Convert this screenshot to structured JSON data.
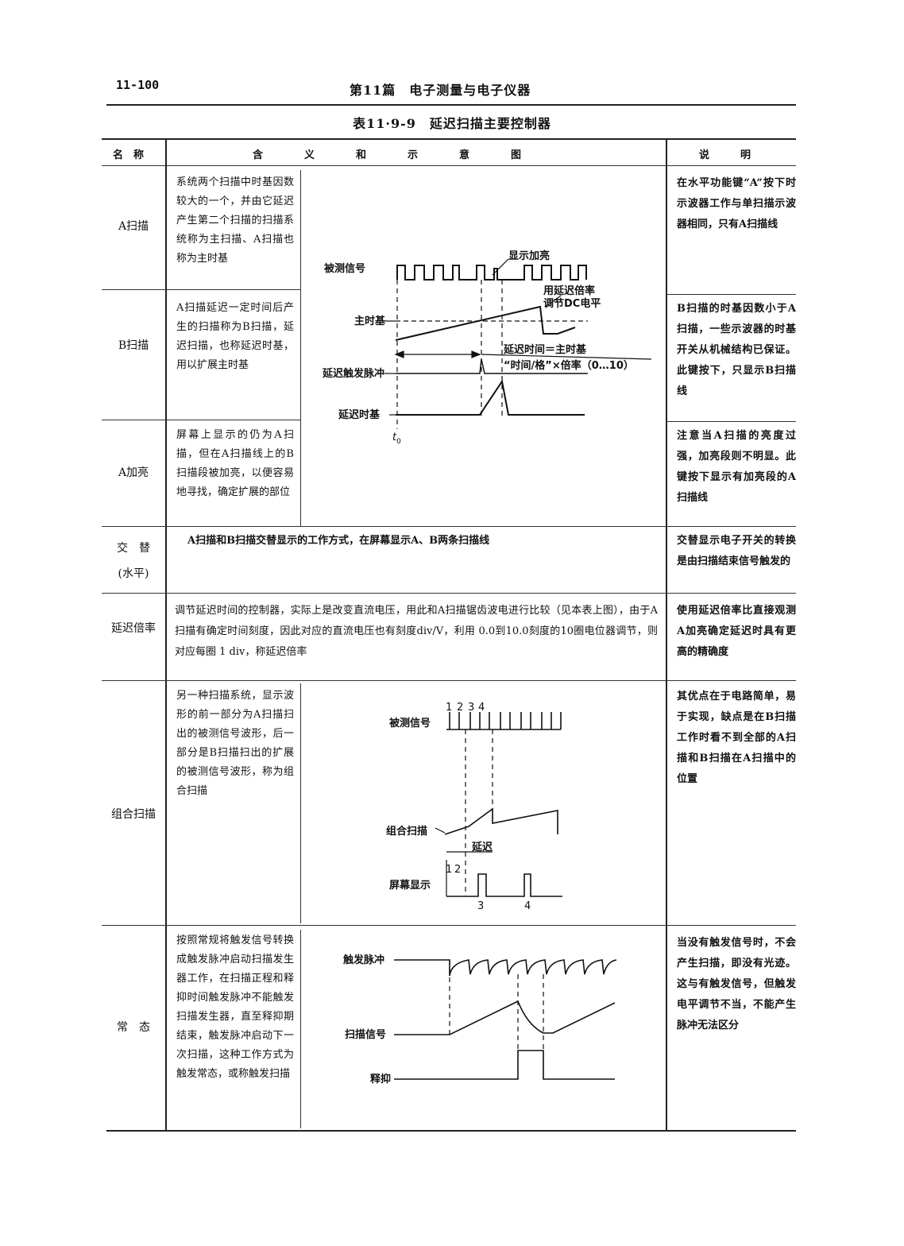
{
  "header": {
    "page_number": "11-100",
    "section": "第11篇　电子测量与电子仪器",
    "table_title": "表11·9-9　延迟扫描主要控制器"
  },
  "columns": {
    "name": "名　称",
    "meaning": "含　　　　义　　　　和　　　　示　　　　意　　　　图",
    "note": "说　　　明"
  },
  "rows": {
    "a_sweep": {
      "name": "A扫描",
      "meaning": "系统两个扫描中时基因数较大的一个，并由它延迟产生第二个扫描的扫描系统称为主扫描、A扫描也称为主时基",
      "note": "在水平功能键“A”按下时示波器工作与单扫描示波器相同，只有A扫描线"
    },
    "b_sweep": {
      "name": "B扫描",
      "meaning": "A扫描延迟一定时间后产生的扫描称为B扫描，延迟扫描，也称延迟时基，用以扩展主时基",
      "note": "B扫描的时基因数小于A扫描，一些示波器的时基开关从机械结构已保证。此键按下，只显示B扫描线"
    },
    "a_intensified": {
      "name": "A加亮",
      "meaning": "屏幕上显示的仍为A扫描，但在A扫描线上的B扫描段被加亮，以便容易地寻找，确定扩展的部位",
      "note": "注意当A扫描的亮度过强，加亮段则不明显。此键按下显示有加亮段的A扫描线"
    },
    "alternate": {
      "name_1": "交　替",
      "name_2": "(水平)",
      "meaning": "A扫描和B扫描交替显示的工作方式，在屏幕显示A、B两条扫描线",
      "note": "交替显示电子开关的转换是由扫描结束信号触发的"
    },
    "delay_multiplier": {
      "name": "延迟倍率",
      "meaning": "调节延迟时间的控制器，实际上是改变直流电压，用此和A扫描锯齿波电进行比较（见本表上图），由于A扫描有确定时间刻度，因此对应的直流电压也有刻度div/V，利用 0.0到10.0刻度的10圈电位器调节，则对应每圈 1 div，称延迟倍率",
      "note": "使用延迟倍率比直接观测A加亮确定延迟时具有更高的精确度"
    },
    "combined": {
      "name": "组合扫描",
      "meaning": "另一种扫描系统，显示波形的前一部分为A扫描扫出的被测信号波形，后一部分是B扫描扫出的扩展的被测信号波形，称为组合扫描",
      "note": "其优点在于电路简单，易于实现，缺点是在B扫描工作时看不到全部的A扫描和B扫描在A扫描中的位置"
    },
    "normal": {
      "name": "常　态",
      "meaning": "按照常规将触发信号转换成触发脉冲启动扫描发生器工作，在扫描正程和释抑时间触发脉冲不能触发扫描发生器，直至释抑期结束，触发脉冲启动下一次扫描，这种工作方式为触发常态，或称触发扫描",
      "note": "当没有触发信号时，不会产生扫描，即没有光迹。这与有触发信号，但触发电平调节不当，不能产生脉冲无法区分"
    }
  },
  "diagram1": {
    "signal": "被测信号",
    "main_timebase": "主时基",
    "trigger": "延迟触发脉冲",
    "delayed_timebase": "延迟时基",
    "t0": "t",
    "t0_sub": "0",
    "brighten": "显示加亮",
    "dc_level_1": "用延迟倍率",
    "dc_level_2": "调节DC电平",
    "delay_eq_1": "延迟时间＝主时基",
    "delay_eq_2": "“时间/格”×倍率（0…10）"
  },
  "diagram2": {
    "signal": "被测信号",
    "combined": "组合扫描",
    "screen": "屏幕显示",
    "delay": "延迟",
    "n1": "1",
    "n2": "2",
    "n3": "3",
    "n4": "4"
  },
  "diagram3": {
    "trigger": "触发脉冲",
    "sweep": "扫描信号",
    "holdoff": "释抑"
  }
}
